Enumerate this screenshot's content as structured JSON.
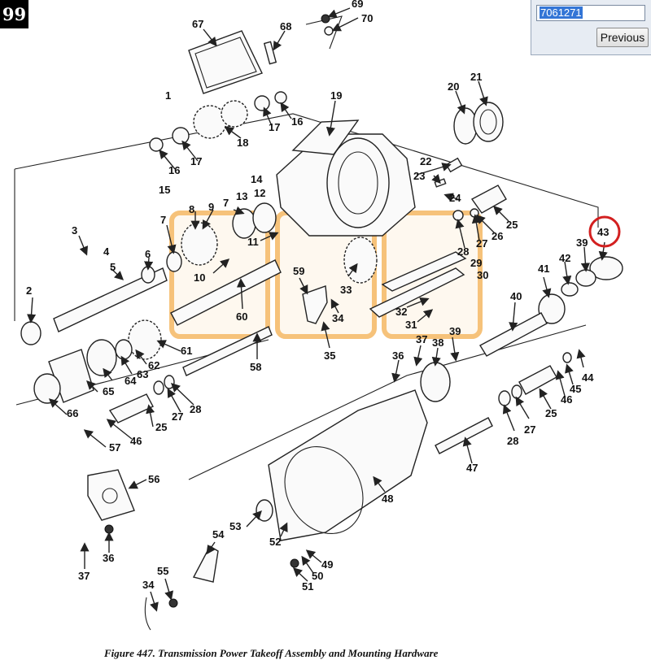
{
  "page": {
    "number": "99"
  },
  "lookup": {
    "part_number": "7061271",
    "previous_label": "Previous"
  },
  "figure": {
    "caption": "Figure 447. Transmission Power Takeoff Assembly and Mounting Hardware"
  },
  "callouts": {
    "c69": "69",
    "c70": "70",
    "c67": "67",
    "c68": "68",
    "c1": "1",
    "c19": "19",
    "c20": "20",
    "c21": "21",
    "c16a": "16",
    "c17a": "17",
    "c18": "18",
    "c17b": "17",
    "c16b": "16",
    "c15": "15",
    "c14": "14",
    "c12": "12",
    "c13": "13",
    "c22": "22",
    "c23": "23",
    "c24": "24",
    "c25a": "25",
    "c26": "26",
    "c27a": "27",
    "c28a": "28",
    "c29": "29",
    "c30": "30",
    "c3": "3",
    "c4": "4",
    "c5": "5",
    "c6": "6",
    "c7a": "7",
    "c8": "8",
    "c9": "9",
    "c7b": "7",
    "c11": "11",
    "c10": "10",
    "c2": "2",
    "c60": "60",
    "c59": "59",
    "c33": "33",
    "c34a": "34",
    "c32": "32",
    "c31": "31",
    "c43": "43",
    "c39a": "39",
    "c42": "42",
    "c41": "41",
    "c40": "40",
    "c61": "61",
    "c58": "58",
    "c35": "35",
    "c37a": "37",
    "c38": "38",
    "c39b": "39",
    "c36a": "36",
    "c62": "62",
    "c63": "63",
    "c64": "64",
    "c65": "65",
    "c66": "66",
    "c27b": "27",
    "c28b": "28",
    "c25b": "25",
    "c46a": "46",
    "c57": "57",
    "c44": "44",
    "c45": "45",
    "c46b": "46",
    "c25c": "25",
    "c27c": "27",
    "c28c": "28",
    "c47": "47",
    "c56": "56",
    "c48": "48",
    "c53": "53",
    "c52": "52",
    "c54": "54",
    "c36b": "36",
    "c37b": "37",
    "c49": "49",
    "c50": "50",
    "c51": "51",
    "c55": "55",
    "c34b": "34"
  },
  "colors": {
    "highlight_box": "#f6c27a",
    "callout_circle": "#d32020",
    "selection": "#3375d6"
  }
}
